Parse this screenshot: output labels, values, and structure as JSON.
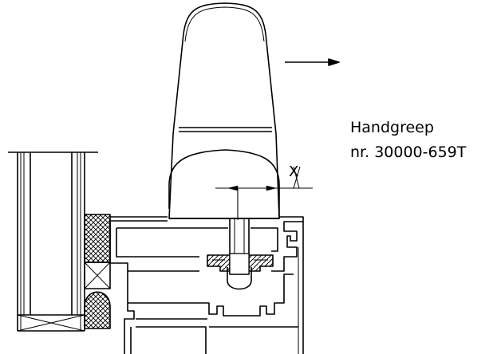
{
  "labels": {
    "title_line1": "Handgreep",
    "title_line2": "nr. 30000-659T",
    "dimension": "X"
  },
  "colors": {
    "line": "#000000",
    "background": "#ffffff"
  }
}
